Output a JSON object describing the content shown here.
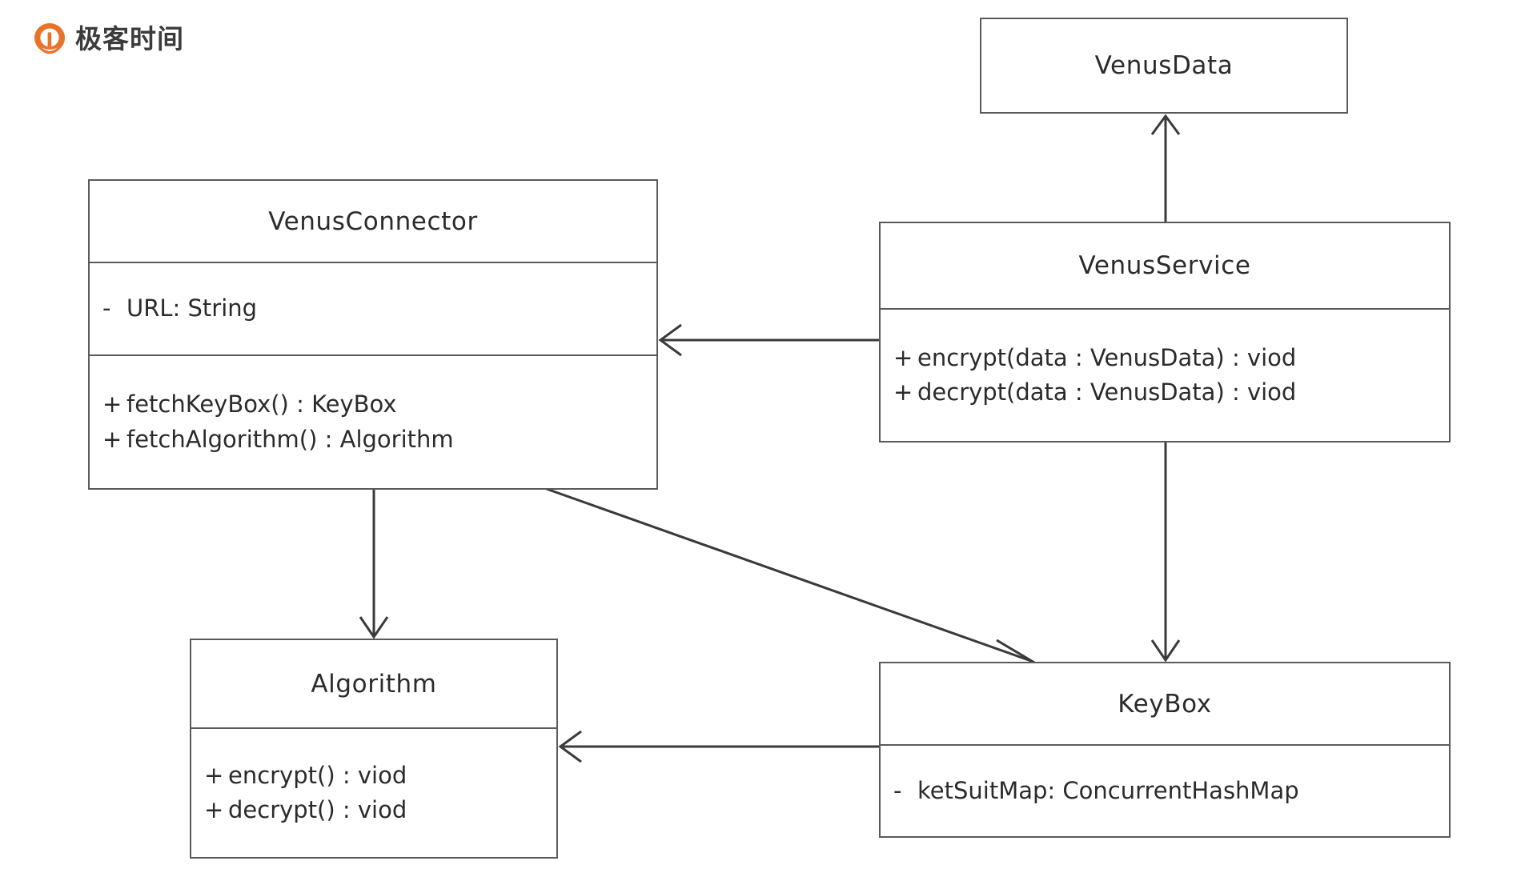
{
  "brand": {
    "name": "极客时间",
    "logo_icon": "geektime-logo-icon",
    "logo_color": "#E8732B"
  },
  "diagram": {
    "type": "uml-class-diagram",
    "classes": [
      {
        "id": "venus-data",
        "name": "VenusData",
        "attributes": [],
        "methods": []
      },
      {
        "id": "venus-connector",
        "name": "VenusConnector",
        "attributes": [
          {
            "visibility": "-",
            "signature": "URL: String"
          }
        ],
        "methods": [
          {
            "visibility": "+",
            "signature": "fetchKeyBox() : KeyBox"
          },
          {
            "visibility": "+",
            "signature": "fetchAlgorithm() : Algorithm"
          }
        ]
      },
      {
        "id": "venus-service",
        "name": "VenusService",
        "attributes": [],
        "methods": [
          {
            "visibility": "+",
            "signature": "encrypt(data : VenusData) : viod"
          },
          {
            "visibility": "+",
            "signature": "decrypt(data : VenusData) : viod"
          }
        ]
      },
      {
        "id": "algorithm",
        "name": "Algorithm",
        "attributes": [],
        "methods": [
          {
            "visibility": "+",
            "signature": "encrypt() : viod"
          },
          {
            "visibility": "+",
            "signature": "decrypt() : viod"
          }
        ]
      },
      {
        "id": "key-box",
        "name": "KeyBox",
        "attributes": [
          {
            "visibility": "-",
            "signature": "ketSuitMap: ConcurrentHashMap"
          }
        ],
        "methods": []
      }
    ],
    "relations": [
      {
        "id": "service-to-data",
        "from": "VenusService",
        "to": "VenusData",
        "kind": "dependency",
        "arrow": "open"
      },
      {
        "id": "service-to-connector",
        "from": "VenusService",
        "to": "VenusConnector",
        "kind": "dependency",
        "arrow": "open"
      },
      {
        "id": "service-to-keybox",
        "from": "VenusService",
        "to": "KeyBox",
        "kind": "dependency",
        "arrow": "open"
      },
      {
        "id": "connector-to-algorithm",
        "from": "VenusConnector",
        "to": "Algorithm",
        "kind": "dependency",
        "arrow": "open"
      },
      {
        "id": "connector-to-keybox",
        "from": "VenusConnector",
        "to": "KeyBox",
        "kind": "dependency",
        "arrow": "half"
      },
      {
        "id": "keybox-to-algorithm",
        "from": "KeyBox",
        "to": "Algorithm",
        "kind": "dependency",
        "arrow": "open"
      }
    ],
    "colors": {
      "box_border": "#5a5a5a",
      "connector": "#3a3a3a",
      "text": "#2b2b2b",
      "background": "#ffffff"
    }
  }
}
